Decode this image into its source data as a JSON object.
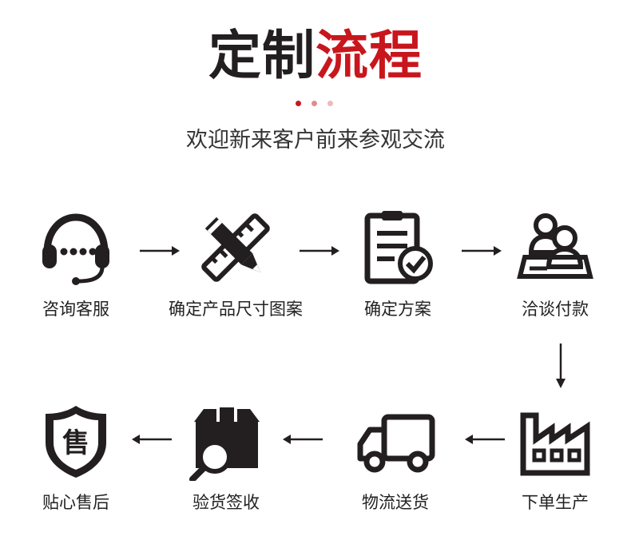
{
  "header": {
    "title_black": "定制",
    "title_red": "流程",
    "subtitle": "欢迎新来客户前来参观交流",
    "dots": [
      "#c8161d",
      "#e38b8e",
      "#f0b9bb"
    ]
  },
  "colors": {
    "accent": "#c8161d",
    "icon": "#231f20"
  },
  "steps": [
    {
      "label": "咨询客服",
      "icon": "headset-icon"
    },
    {
      "label": "确定产品尺寸图案",
      "icon": "pencil-ruler-icon"
    },
    {
      "label": "确定方案",
      "icon": "clipboard-check-icon"
    },
    {
      "label": "洽谈付款",
      "icon": "meeting-icon"
    },
    {
      "label": "下单生产",
      "icon": "factory-icon"
    },
    {
      "label": "物流送货",
      "icon": "truck-icon"
    },
    {
      "label": "验货签收",
      "icon": "box-inspect-icon"
    },
    {
      "label": "贴心售后",
      "icon": "after-sales-shield-icon"
    }
  ]
}
